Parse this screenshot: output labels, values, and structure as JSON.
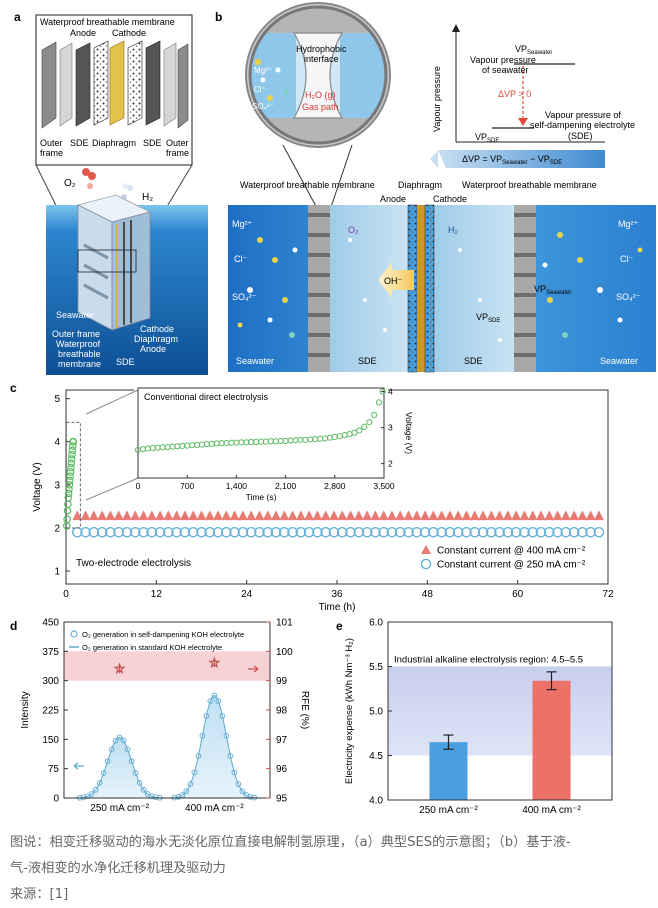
{
  "panels": {
    "a": {
      "letter": "a",
      "labels": {
        "membrane_top": "Waterproof breathable membrane",
        "anode": "Anode",
        "cathode": "Cathode",
        "outer_frame_l": "Outer",
        "outer_frame_l2": "frame",
        "sde_l": "SDE",
        "diaphragm": "Diaphragm",
        "sde_r": "SDE",
        "outer_frame_r": "Outer",
        "outer_frame_r2": "frame",
        "o2": "O₂",
        "h2": "H₂",
        "seawater": "Seawater",
        "outer_frame_b": "Outer frame",
        "membrane_b1": "Waterproof",
        "membrane_b2": "breathable",
        "membrane_b3": "membrane",
        "cathode_b": "Cathode",
        "diaphragm_b": "Diaphragm",
        "anode_b": "Anode",
        "sde_b": "SDE"
      }
    },
    "b": {
      "letter": "b",
      "labels": {
        "hydrophobic1": "Hydrophobic",
        "hydrophobic2": "interface",
        "h2o": "H₂O (g)",
        "gas_path": "Gas path",
        "mg": "Mg²⁺",
        "cl": "Cl⁻",
        "so4": "SO₄²⁻",
        "membrane_left": "Waterproof breathable membrane",
        "membrane_right": "Waterproof breathable membrane",
        "diaphragm": "Diaphragm",
        "anode": "Anode",
        "cathode": "Cathode",
        "o2": "O₂",
        "h2": "H₂",
        "oh": "OH⁻",
        "mg_r": "Mg²⁺",
        "cl_r": "Cl⁻",
        "so4_r": "SO₄²⁻",
        "vp_seawater": "VP",
        "vp_seawater_sub": "Seawater",
        "vp_sde": "VP",
        "vp_sde_sub": "SDE",
        "seawater_l": "Seawater",
        "sde_l": "SDE",
        "sde_r": "SDE",
        "seawater_r": "Seawater"
      },
      "inset": {
        "ylabel": "Vapour pressure",
        "vp_seawater": "VP",
        "vp_seawater_sub": "Seawater",
        "vp_sde": "VP",
        "vp_sde_sub": "SDE",
        "desc_seawater1": "Vapour pressure",
        "desc_seawater2": "of seawater",
        "delta_vp": "ΔVP > 0",
        "desc_sde1": "Vapour pressure of",
        "desc_sde2": "self-dampening electrolyte",
        "desc_sde3": "(SDE)",
        "equation": "ΔVP = VP",
        "eq_sub1": "Seawater",
        "eq_mid": " − VP",
        "eq_sub2": "SDE"
      }
    },
    "c": {
      "letter": "c",
      "ylabel": "Voltage (V)",
      "xlabel": "Time (h)",
      "annotation": "Two-electrode electrolysis",
      "inset_title": "Conventional direct electrolysis",
      "inset_xlabel": "Time (s)",
      "inset_ylabel": "Voltage (V)"
    },
    "d": {
      "letter": "d",
      "ylabel_left": "Intensity",
      "ylabel_right": "RFE (%)",
      "legend1": "O₂ generation in self-dampening KOH electrolyte",
      "legend2": "O₂ generation in standard KOH electrolyte"
    },
    "e": {
      "letter": "e",
      "ylabel": "Electricity expense (kWh Nm⁻³ H₂)",
      "region_label": "Industrial alkaline electrolysis region: 4.5–5.5"
    }
  },
  "chart_data": [
    {
      "id": "c-main",
      "type": "scatter",
      "xlabel": "Time (h)",
      "ylabel": "Voltage (V)",
      "xlim": [
        0,
        72
      ],
      "ylim": [
        0.7,
        5.2
      ],
      "xticks": [
        0,
        12,
        24,
        36,
        48,
        60,
        72
      ],
      "yticks": [
        1,
        2,
        3,
        4,
        5
      ],
      "legend_position": "bottom-right",
      "series": [
        {
          "name": "Constant current @ 400 mA cm⁻²",
          "marker": "triangle",
          "color": "#e77b74",
          "x_start": 1.5,
          "x_end": 71,
          "x_step": 1.1,
          "y": 2.28
        },
        {
          "name": "Constant current @ 250 mA cm⁻²",
          "marker": "circle",
          "color": "#6ab0d8",
          "x_start": 1.5,
          "x_end": 71,
          "x_step": 1.1,
          "y": 1.9
        },
        {
          "name": "",
          "marker": "circle",
          "color": "#5dbb63",
          "x": [
            0.1,
            0.15,
            0.2,
            0.25,
            0.3,
            0.35,
            0.4,
            0.45,
            0.5,
            0.55,
            0.6,
            0.65,
            0.7,
            0.75,
            0.8,
            0.85,
            0.9,
            0.93,
            0.95,
            0.97
          ],
          "y": [
            2.05,
            2.2,
            2.4,
            2.55,
            2.7,
            2.8,
            2.9,
            3.0,
            3.1,
            3.2,
            3.3,
            3.4,
            3.5,
            3.6,
            3.7,
            3.8,
            3.9,
            4.0,
            4.0,
            4.0
          ]
        }
      ]
    },
    {
      "id": "c-inset",
      "type": "scatter",
      "title": "Conventional direct electrolysis",
      "xlabel": "Time (s)",
      "ylabel": "Voltage (V)",
      "xlim": [
        0,
        3500
      ],
      "ylim": [
        1.6,
        4.1
      ],
      "xticks": [
        0,
        700,
        1400,
        2100,
        2800,
        3500
      ],
      "yticks": [
        2,
        3,
        4
      ],
      "series": [
        {
          "name": "",
          "color": "#5dbb63",
          "x": [
            0,
            70,
            140,
            210,
            280,
            350,
            420,
            490,
            560,
            630,
            700,
            770,
            840,
            910,
            980,
            1050,
            1120,
            1190,
            1260,
            1330,
            1400,
            1470,
            1540,
            1610,
            1680,
            1750,
            1820,
            1890,
            1960,
            2030,
            2100,
            2170,
            2240,
            2310,
            2380,
            2450,
            2520,
            2590,
            2660,
            2730,
            2800,
            2870,
            2940,
            3010,
            3080,
            3150,
            3220,
            3290,
            3360,
            3430,
            3480
          ],
          "y": [
            2.38,
            2.4,
            2.42,
            2.43,
            2.44,
            2.45,
            2.46,
            2.47,
            2.48,
            2.49,
            2.5,
            2.51,
            2.52,
            2.53,
            2.54,
            2.55,
            2.56,
            2.57,
            2.57,
            2.58,
            2.58,
            2.59,
            2.59,
            2.6,
            2.6,
            2.61,
            2.61,
            2.62,
            2.62,
            2.63,
            2.63,
            2.64,
            2.65,
            2.66,
            2.66,
            2.67,
            2.68,
            2.69,
            2.7,
            2.72,
            2.74,
            2.76,
            2.79,
            2.82,
            2.86,
            2.92,
            3.02,
            3.15,
            3.35,
            3.7,
            4.0
          ]
        }
      ]
    },
    {
      "id": "d",
      "type": "line",
      "ylabel": "Intensity",
      "y2label": "RFE (%)",
      "categories": [
        "250 mA cm⁻²",
        "400 mA cm⁻²"
      ],
      "ylim": [
        0,
        450
      ],
      "yticks": [
        0,
        75,
        150,
        225,
        300,
        375,
        450
      ],
      "y2lim": [
        95,
        101
      ],
      "y2ticks": [
        95,
        96,
        97,
        98,
        99,
        100,
        101
      ],
      "rfe_band": [
        99,
        100
      ],
      "series": [
        {
          "name": "O₂ generation in self-dampening KOH electrolyte",
          "style": "circles",
          "color": "#6ab0d8",
          "peaks": [
            155,
            262
          ]
        },
        {
          "name": "O₂ generation in standard KOH electrolyte",
          "style": "line",
          "color": "#5fa8c9",
          "peaks": [
            155,
            262
          ]
        },
        {
          "name": "",
          "axis": "right",
          "style": "star",
          "color": "#c0504d",
          "values": [
            99.4,
            99.6
          ],
          "errors": [
            0.15,
            0.15
          ]
        }
      ]
    },
    {
      "id": "e",
      "type": "bar",
      "ylabel": "Electricity expense (kWh Nm⁻³ H₂)",
      "categories": [
        "250 mA cm⁻²",
        "400 mA cm⁻²"
      ],
      "values": [
        4.65,
        5.34
      ],
      "errors": [
        0.08,
        0.1
      ],
      "colors": [
        "#4a9fe0",
        "#ec7168"
      ],
      "ylim": [
        4.0,
        6.0
      ],
      "yticks": [
        4.0,
        4.5,
        5.0,
        5.5,
        6.0
      ],
      "region": [
        4.5,
        5.5
      ],
      "region_label": "Industrial alkaline electrolysis region: 4.5–5.5"
    }
  ],
  "caption": {
    "line1": "图说：相变迁移驱动的海水无淡化原位直接电解制氢原理，（a）典型SES的示意图；（b）基于液-",
    "line2": "气-液相变的水净化迁移机理及驱动力",
    "line3": "来源：[1]"
  },
  "colors": {
    "water": "#2f8fd6",
    "sde": "#8fc0df",
    "diaphragm": "#c89a2a",
    "delta": "#e0463a"
  }
}
